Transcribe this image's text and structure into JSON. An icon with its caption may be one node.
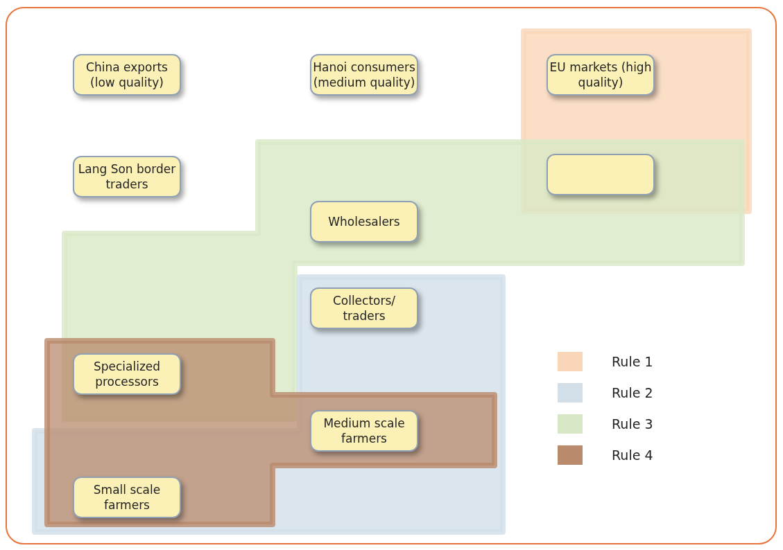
{
  "diagram": {
    "nodes": [
      {
        "text": [
          "China exports (low quality)"
        ]
      },
      {
        "text": [
          "Hanoi consumers (medium quality)"
        ]
      },
      {
        "text": [
          "EU markets (high quality)"
        ]
      },
      {
        "text": [
          "Lang Son border traders"
        ]
      },
      {
        "text": [],
        "shape": "box"
      },
      {
        "text": [
          "Wholesalers"
        ]
      },
      {
        "text": [
          "Collectors/ traders"
        ]
      },
      {
        "text": [
          "Specialized processors"
        ]
      },
      {
        "text": [
          "Medium scale farmers"
        ]
      },
      {
        "text": [
          "Small scale farmers"
        ]
      }
    ],
    "legend": [
      {
        "text": "Rule 1",
        "color": "#f9d6b8"
      },
      {
        "text": "Rule 2",
        "color": "#d2dee8"
      },
      {
        "text": "Rule 3",
        "color": "#d8e8c6"
      },
      {
        "text": "Rule 4",
        "color": "#b98a6c"
      }
    ]
  }
}
